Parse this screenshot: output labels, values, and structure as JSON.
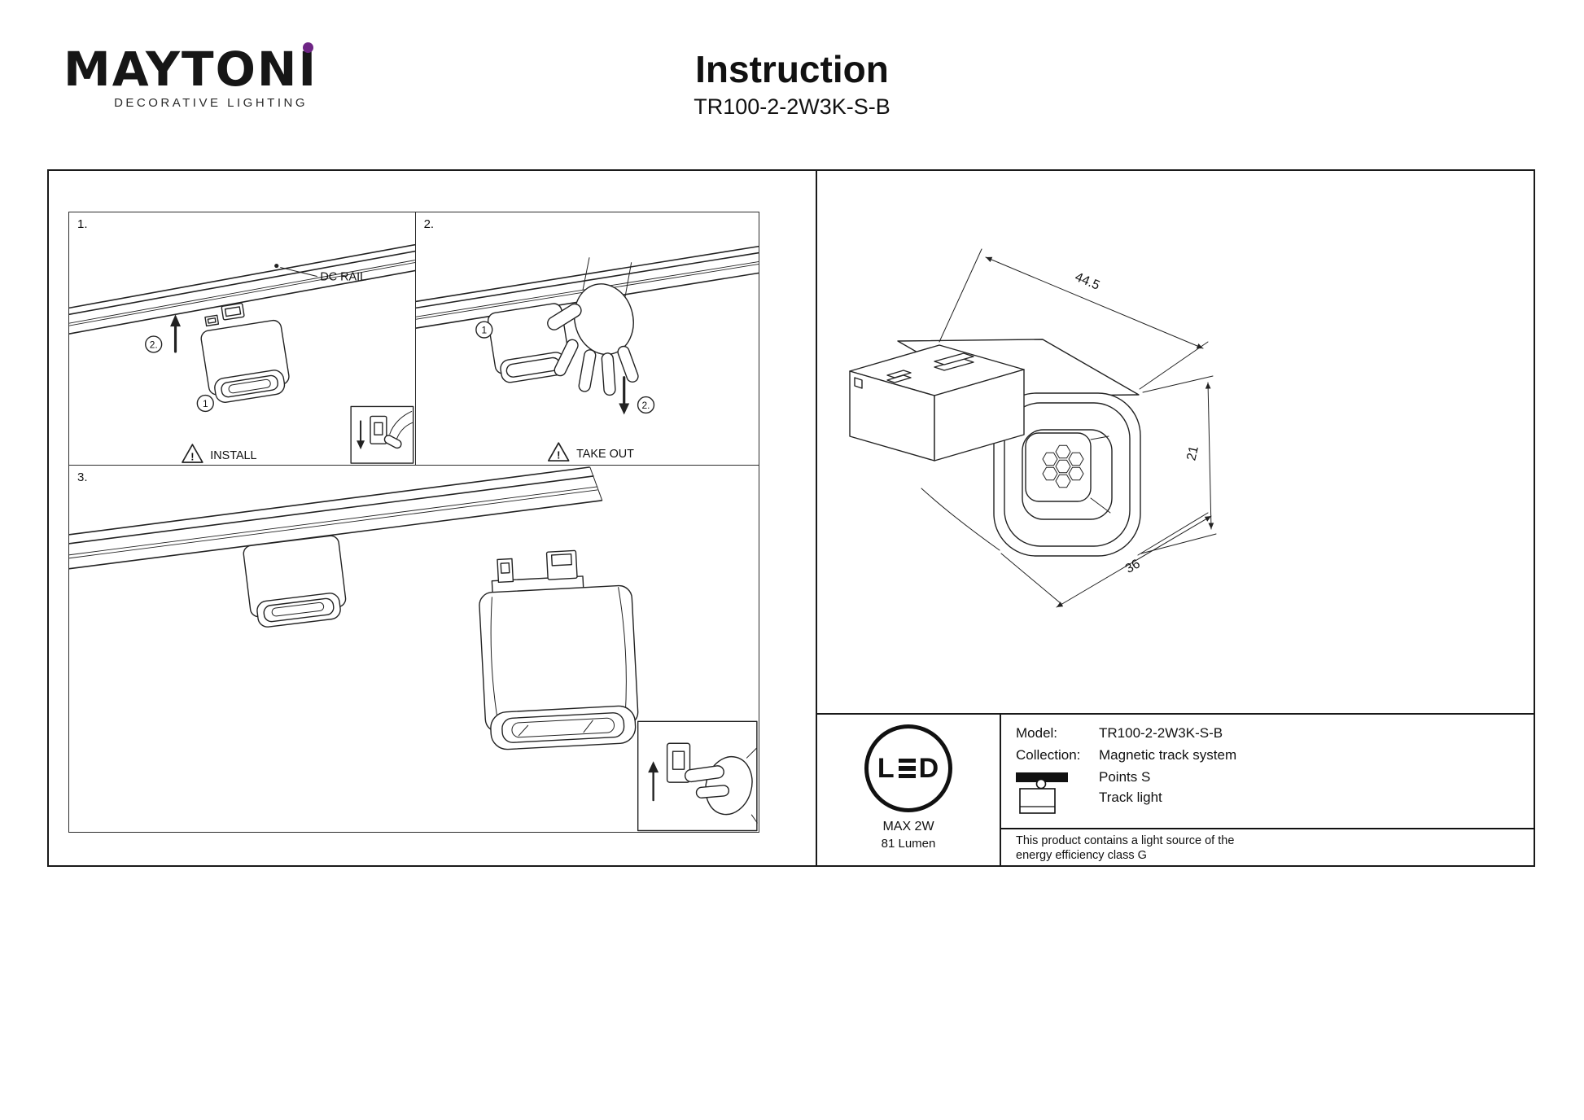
{
  "brand": {
    "logo_text": "MAYTONI",
    "logo_subtitle": "DECORATIVE LIGHTING",
    "accent_color": "#6e2585"
  },
  "header": {
    "title": "Instruction",
    "model": "TR100-2-2W3K-S-B"
  },
  "common": {
    "warning_mark": "!"
  },
  "steps": {
    "step1": {
      "number": "1.",
      "rail_label": "DC RAIL",
      "marker_primary": "1",
      "marker_secondary": "2.",
      "caption": "INSTALL"
    },
    "step2": {
      "number": "2.",
      "marker_primary": "1",
      "marker_secondary": "2.",
      "caption": "TAKE OUT"
    },
    "step3": {
      "number": "3."
    }
  },
  "dimensions": {
    "length_mm": "44.5",
    "height_mm": "21",
    "width_mm": "36"
  },
  "spec": {
    "led": {
      "l": "L",
      "d": "D"
    },
    "max_power": "MAX 2W",
    "luminous_flux": "81 Lumen",
    "model_label": "Model:",
    "model_value": "TR100-2-2W3K-S-B",
    "collection_label": "Collection:",
    "collection_value": "Magnetic track system",
    "type_line1": "Points S",
    "type_line2": "Track light",
    "note_line1": "This product contains a light source of the",
    "note_line2": "energy efficiency class G"
  }
}
